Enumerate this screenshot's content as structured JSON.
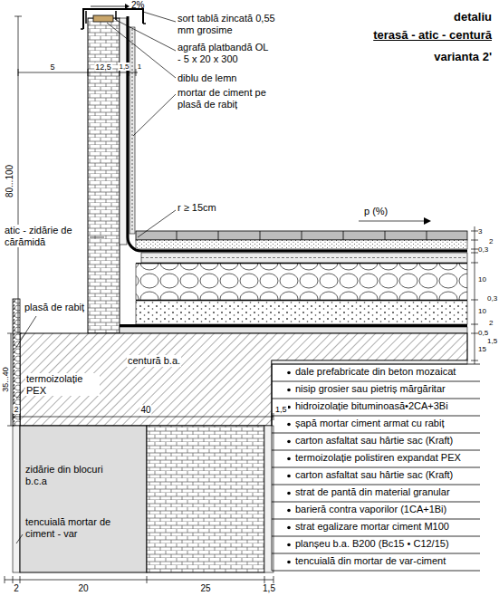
{
  "diagram": {
    "title": "terasă - atic - centură",
    "labels": [
      "2%",
      "sort tablă zincată 0,55 mm grosime",
      "agrafă platbandă OL - 5 x 20 x 300",
      "diblu de lemn",
      "mortar de ciment pe plasă de rabiț",
      "5",
      "12,5",
      "1,5",
      "1",
      "80...100",
      "r ≥ 15cm",
      "p (%)",
      "atic - zidărie de cărămidă",
      "plasă de rabiț",
      "35...40",
      "centură b.a.",
      "2",
      "40",
      "1,5",
      "termoizolație PEX",
      "zidărie din blocuri b.c.a",
      "tencuială mortar de ciment - var",
      "2",
      "20",
      "25",
      "1,5",
      "dale prefabricate din beton mozaicat",
      "nisip grosier sau pietriș mărgăritar",
      "hidroizolație bituminoasă•2CA+3Bi",
      "șapă mortar ciment armat cu rabiț",
      "carton asfaltat sau hârtie sac (Kraft)",
      "termoizolație polistiren expandat PEX",
      "carton asfaltat sau hârtie sac (Kraft)",
      "strat de pantă din material granular",
      "barieră contra vaporilor (1CA+1Bi)",
      "strat egalizare mortar ciment M100",
      "planșeu b.a. B200 (Bc15 • C12/15)",
      "tencuială din mortar de var-ciment",
      "3",
      "2",
      "0,3",
      "10",
      "0,3",
      "10",
      "2",
      "0,5",
      "1,5",
      "15",
      "detaliu",
      "varianta 2'"
    ]
  }
}
